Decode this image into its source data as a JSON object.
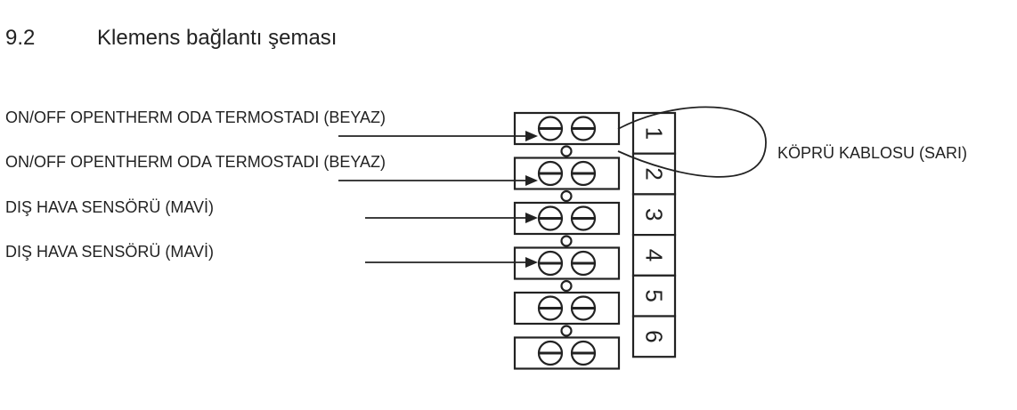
{
  "heading": {
    "number": "9.2",
    "title": "Klemens bağlantı şeması"
  },
  "labels": [
    "ON/OFF OPENTHERM ODA TERMOSTADI (BEYAZ)",
    "ON/OFF OPENTHERM ODA TERMOSTADI (BEYAZ)",
    "DIŞ HAVA SENSÖRÜ (MAVİ)",
    "DIŞ HAVA SENSÖRÜ (MAVİ)"
  ],
  "bridge_label": "KÖPRÜ KABLOSU (SARI)",
  "terminal_numbers": [
    "1",
    "2",
    "3",
    "4",
    "5",
    "6"
  ],
  "colors": {
    "line": "#222222",
    "text": "#222222"
  }
}
